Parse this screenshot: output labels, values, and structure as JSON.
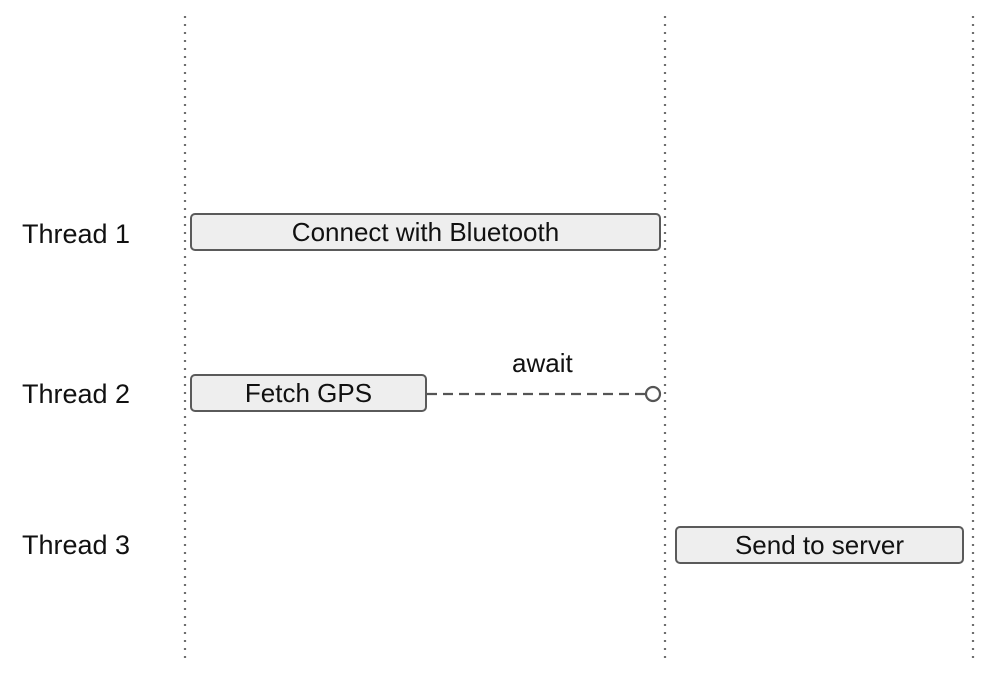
{
  "threads": [
    {
      "label": "Thread 1"
    },
    {
      "label": "Thread 2"
    },
    {
      "label": "Thread 3"
    }
  ],
  "tasks": {
    "connect_bluetooth": "Connect with Bluetooth",
    "fetch_gps": "Fetch GPS",
    "send_to_server": "Send to server"
  },
  "await_label": "await",
  "colors": {
    "task_fill": "#eeeeee",
    "task_border": "#5a5a5a",
    "guide_line": "#6e6e6e",
    "connector": "#555555"
  }
}
